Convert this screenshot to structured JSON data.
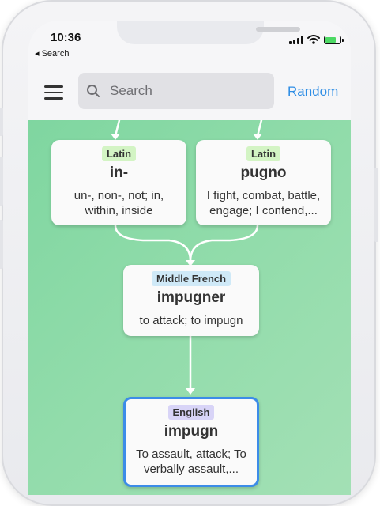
{
  "status_bar": {
    "time": "10:36",
    "back_label": "◂ Search"
  },
  "toolbar": {
    "search_placeholder": "Search",
    "random_label": "Random"
  },
  "nodes": [
    {
      "language": "Latin",
      "word": "in-",
      "gloss": "un-, non-, not; in, within, inside"
    },
    {
      "language": "Latin",
      "word": "pugno",
      "gloss": "I fight, combat, battle, engage; I contend,..."
    },
    {
      "language": "Middle French",
      "word": "impugner",
      "gloss": "to attack; to impugn"
    },
    {
      "language": "English",
      "word": "impugn",
      "gloss": "To assault, attack; To verbally assault,..."
    }
  ],
  "colors": {
    "accent": "#2f8ee5",
    "selected_border": "#3c8ce8",
    "background_green": "#8fdaa8"
  }
}
